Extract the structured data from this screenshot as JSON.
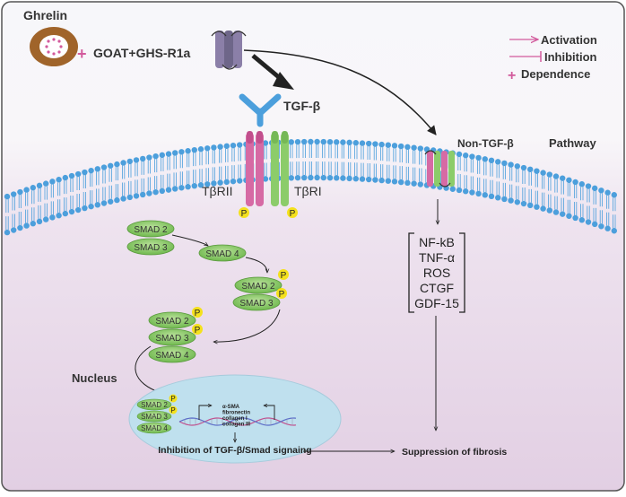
{
  "ligand": {
    "title": "Ghrelin",
    "plus": "+",
    "partner": "GOAT+GHS-R1a"
  },
  "legend": {
    "activation": "Activation",
    "inhibition": "Inhibition",
    "plus": "+",
    "dependence": "Dependence"
  },
  "receptor": {
    "ligand": "TGF-β",
    "type2": "TβRII",
    "type1": "TβRI",
    "p": "P"
  },
  "pathway": {
    "nontgf": "Non-TGF-β",
    "word": "Pathway"
  },
  "mediators": [
    "NF-kB",
    "TNF-α",
    "ROS",
    "CTGF",
    "GDF-15"
  ],
  "smad": {
    "s2": "SMAD 2",
    "s3": "SMAD 3",
    "s4": "SMAD 4",
    "p": "P"
  },
  "nucleus": {
    "label": "Nucleus",
    "genes": [
      "α-SMA",
      "fibronectin",
      "collagen I",
      "collagen III"
    ],
    "inhibition": "Inhibition of TGF-β/Smad signaing"
  },
  "outcome": "Suppression of fibrosis",
  "colors": {
    "activation": "#d25a9c",
    "green": "#8ccc6a",
    "pink": "#d66aa4",
    "membrane": "#4c9fdc",
    "nucleus": "#bfe0ee",
    "ring": "#a0642a"
  }
}
